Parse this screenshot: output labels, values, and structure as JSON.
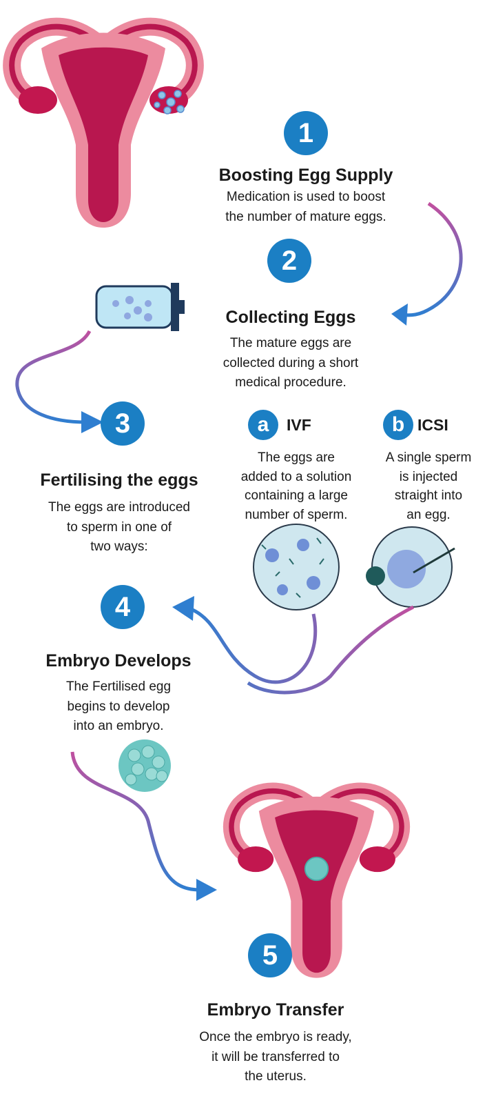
{
  "steps": [
    {
      "number": "1",
      "title": "Boosting Egg Supply",
      "description": "Medication is used to boost\nthe number of mature eggs."
    },
    {
      "number": "2",
      "title": "Collecting Eggs",
      "description": "The mature eggs are\ncollected during a short\nmedical procedure."
    },
    {
      "number": "3",
      "title": "Fertilising the eggs",
      "description": "The eggs are introduced\nto sperm in one of\ntwo ways:"
    },
    {
      "number": "4",
      "title": "Embryo Develops",
      "description": "The Fertilised egg\nbegins to develop\ninto an embryo."
    },
    {
      "number": "5",
      "title": "Embryo Transfer",
      "description": "Once the embryo is ready,\nit will be transferred to\nthe uterus."
    }
  ],
  "methods": [
    {
      "letter": "a",
      "title": "IVF",
      "description": "The eggs are\nadded to a solution\ncontaining a large\nnumber of sperm."
    },
    {
      "letter": "b",
      "title": "ICSI",
      "description": "A single sperm\nis injected\nstraight into\nan egg."
    }
  ],
  "colors": {
    "badge": "#1b7fc4",
    "uterus_dark": "#b8174f",
    "uterus_light": "#ec8b9f",
    "arrow_start": "#b44ea0",
    "arrow_end": "#2f7ed0"
  }
}
